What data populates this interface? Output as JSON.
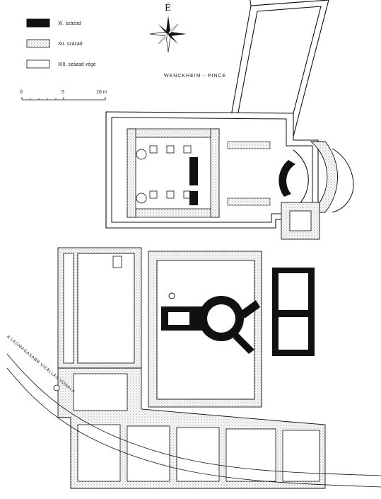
{
  "legend": {
    "items": [
      {
        "label": "XI. század",
        "fill": "#111111",
        "pattern": "solid"
      },
      {
        "label": "XII. század",
        "fill": "#e8e8e8",
        "pattern": "dotted"
      },
      {
        "label": "XIII. század vége",
        "fill": "#ffffff",
        "pattern": "outline"
      }
    ]
  },
  "scale": {
    "labels": [
      "0",
      "5",
      "10 m"
    ]
  },
  "compass": {
    "label": "É",
    "icon": "compass-rose-icon"
  },
  "labels": {
    "cellar": "WENCKHEIM - PINCE",
    "channel": "A LEGMAGASABB VÍZÁLLÁS VONALA"
  },
  "colors": {
    "ink": "#111111",
    "stipple": "#bdbdbd",
    "paper": "#ffffff"
  }
}
